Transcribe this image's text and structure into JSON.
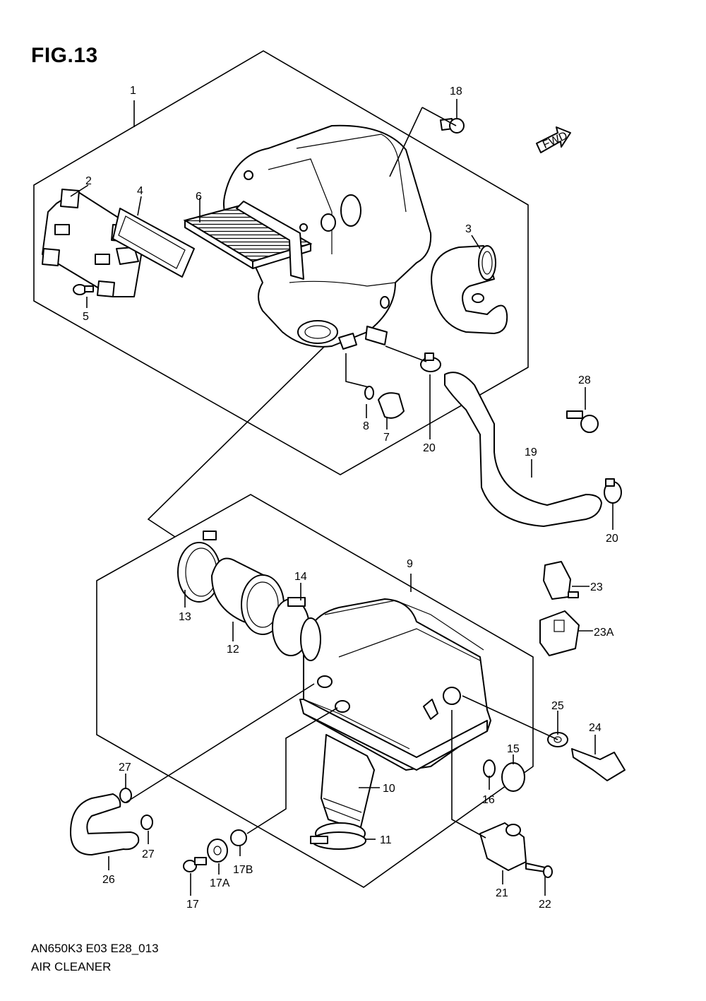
{
  "figure": {
    "title": "FIG.13",
    "footer_code": "AN650K3 E03 E28_013",
    "footer_name": "AIR CLEANER",
    "fwd_label": "FWD"
  },
  "callouts": [
    {
      "id": "1",
      "label": "1"
    },
    {
      "id": "2",
      "label": "2"
    },
    {
      "id": "3",
      "label": "3"
    },
    {
      "id": "4",
      "label": "4"
    },
    {
      "id": "5",
      "label": "5"
    },
    {
      "id": "6",
      "label": "6"
    },
    {
      "id": "7",
      "label": "7"
    },
    {
      "id": "8",
      "label": "8"
    },
    {
      "id": "9",
      "label": "9"
    },
    {
      "id": "10",
      "label": "10"
    },
    {
      "id": "11",
      "label": "11"
    },
    {
      "id": "12",
      "label": "12"
    },
    {
      "id": "13",
      "label": "13"
    },
    {
      "id": "14",
      "label": "14"
    },
    {
      "id": "15",
      "label": "15"
    },
    {
      "id": "16",
      "label": "16"
    },
    {
      "id": "17",
      "label": "17"
    },
    {
      "id": "17A",
      "label": "17A"
    },
    {
      "id": "17B",
      "label": "17B"
    },
    {
      "id": "18",
      "label": "18"
    },
    {
      "id": "19",
      "label": "19"
    },
    {
      "id": "20a",
      "label": "20"
    },
    {
      "id": "20b",
      "label": "20"
    },
    {
      "id": "21",
      "label": "21"
    },
    {
      "id": "22",
      "label": "22"
    },
    {
      "id": "23",
      "label": "23"
    },
    {
      "id": "23A",
      "label": "23A"
    },
    {
      "id": "24",
      "label": "24"
    },
    {
      "id": "25",
      "label": "25"
    },
    {
      "id": "26",
      "label": "26"
    },
    {
      "id": "27a",
      "label": "27"
    },
    {
      "id": "27b",
      "label": "27"
    },
    {
      "id": "28",
      "label": "28"
    }
  ]
}
